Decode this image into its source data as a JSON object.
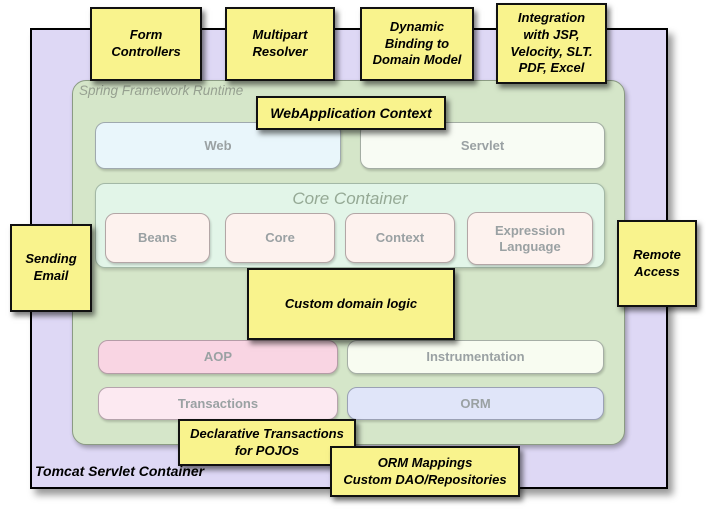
{
  "diagram": {
    "outer_container": {
      "label": "Tomcat Servlet Container",
      "fill": "#ded8f5",
      "border_color": "#000000"
    },
    "runtime_container": {
      "label": "Spring Framework Runtime",
      "fill": "#d5e6c9"
    },
    "blocks": {
      "web": {
        "label": "Web",
        "fill": "#e9f6fb"
      },
      "servlet": {
        "label": "Servlet",
        "fill": "#f8fcf4"
      },
      "core_container": {
        "label": "Core Container",
        "fill": "#e2f5e8"
      },
      "beans": {
        "label": "Beans",
        "fill": "#fdf2ee"
      },
      "core": {
        "label": "Core",
        "fill": "#fdf2ee"
      },
      "context": {
        "label": "Context",
        "fill": "#fdf2ee"
      },
      "expression_language": {
        "label": "Expression\nLanguage",
        "fill": "#fdf2ee"
      },
      "aop": {
        "label": "AOP",
        "fill": "#f9d5e3"
      },
      "instrumentation": {
        "label": "Instrumentation",
        "fill": "#f8fcf1"
      },
      "transactions": {
        "label": "Transactions",
        "fill": "#fce9f1"
      },
      "orm": {
        "label": "ORM",
        "fill": "#e0e5f9"
      }
    },
    "notes": [
      {
        "id": "form-controllers",
        "text": "Form\nControllers"
      },
      {
        "id": "multipart-resolver",
        "text": "Multipart\nResolver"
      },
      {
        "id": "dynamic-binding",
        "text": "Dynamic\nBinding to\nDomain Model"
      },
      {
        "id": "integration-views",
        "text": "Integration\nwith JSP,\nVelocity, SLT.\nPDF, Excel"
      },
      {
        "id": "webapplication-context",
        "text": "WebApplication Context"
      },
      {
        "id": "sending-email",
        "text": "Sending\nEmail"
      },
      {
        "id": "remote-access",
        "text": "Remote\nAccess"
      },
      {
        "id": "custom-domain-logic",
        "text": "Custom domain logic"
      },
      {
        "id": "declarative-transactions",
        "text": "Declarative Transactions\nfor POJOs"
      },
      {
        "id": "orm-mappings",
        "text": "ORM Mappings\nCustom DAO/Repositories"
      }
    ],
    "note_style": {
      "fill": "#f9f38d",
      "border_color": "#111111"
    }
  }
}
